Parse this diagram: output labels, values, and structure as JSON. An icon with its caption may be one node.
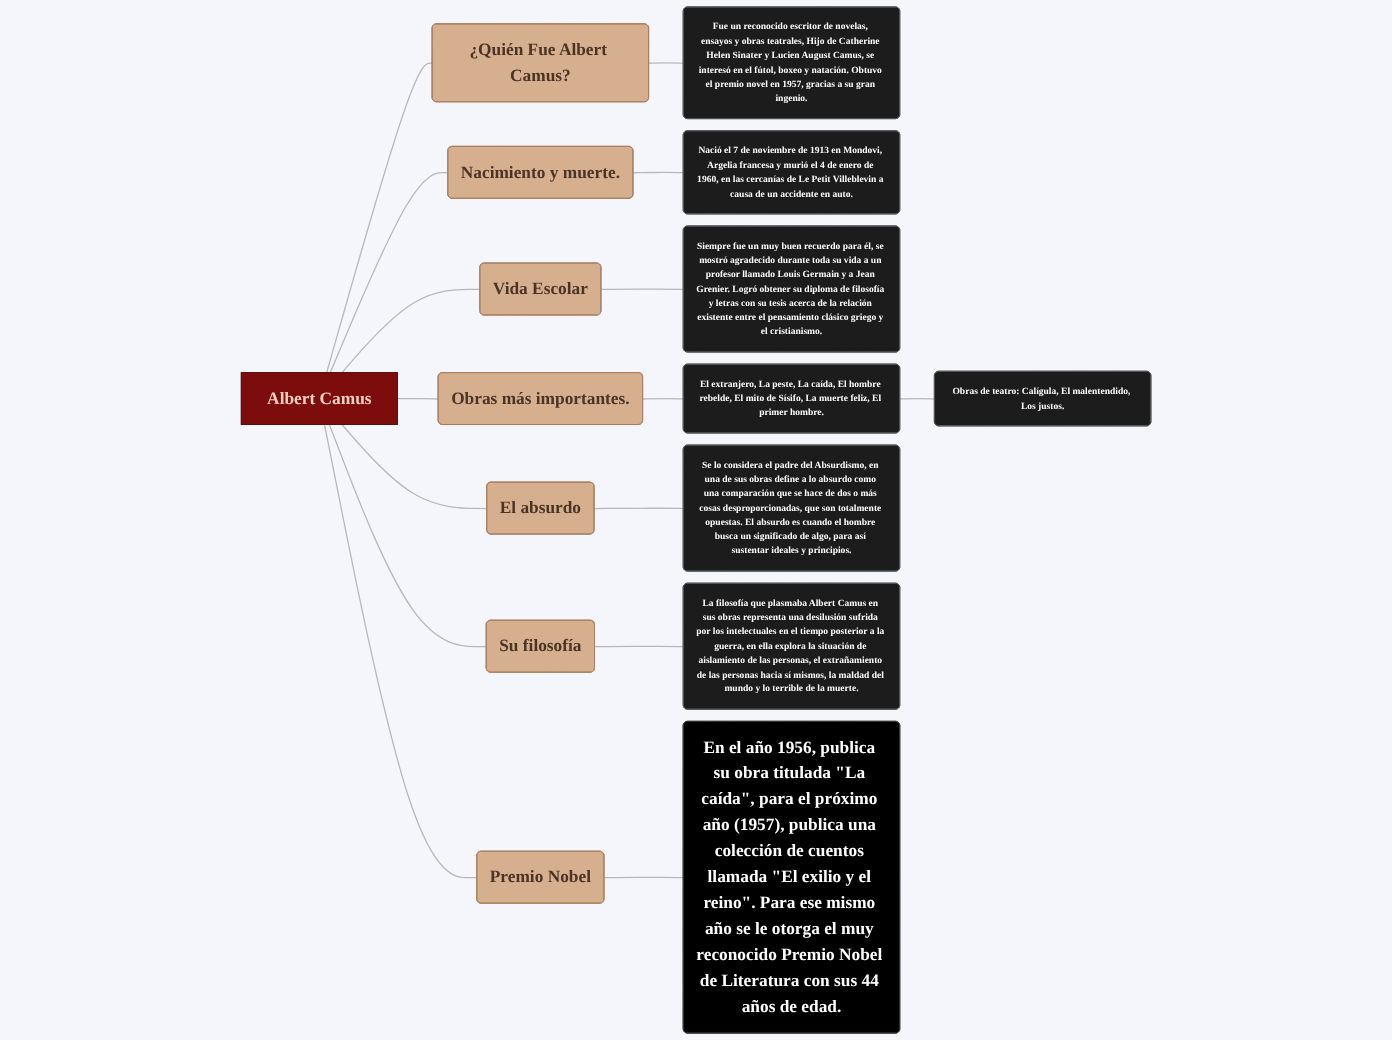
{
  "diagram": {
    "nodes": [
      {
        "text": [
          "Albert Camus"
        ]
      },
      {
        "text": [
          "¿Quién Fue Albert Camus?"
        ]
      },
      {
        "text": [
          "Fue un reconocido escritor de novelas, ensayos y obras teatrales, Hijo de Catherine Helen Sinater y Lucien August Camus, se interesó en el fútol, boxeo y natación. Obtuvo el premio novel en 1957, gracias a su gran ingenio."
        ]
      },
      {
        "text": [
          "Nacimiento y muerte."
        ]
      },
      {
        "text": [
          "Nació el 7 de noviembre de 1913 en Mondovi, Argelia francesa y murió el 4 de enero de 1960, en las cercanías de Le Petit Villeblevin a causa de un accidente en auto."
        ]
      },
      {
        "text": [
          "Vida Escolar"
        ]
      },
      {
        "text": [
          "Siempre fue un muy buen recuerdo para él, se mostró agradecido durante toda su vida a un profesor llamado Louis Germain y a Jean Grenier. Logró obtener su diploma de filosofía y letras con su tesis acerca de la relación existente entre el pensamiento clásico griego y el cristianismo."
        ]
      },
      {
        "text": [
          "Obras más importantes."
        ]
      },
      {
        "text": [
          "El extranjero, La peste, La caída, El hombre rebelde, El mito de Sísifo, La muerte feliz, El primer hombre."
        ]
      },
      {
        "text": [
          "Obras de teatro: Calígula, El malentendido, Los justos."
        ]
      },
      {
        "text": [
          "El absurdo"
        ]
      },
      {
        "text": [
          "Se lo considera el padre del Absurdismo, en una de sus obras define a lo absurdo como una comparación que se hace de dos o más cosas desproporcionadas, que son totalmente opuestas. El absurdo es cuando el hombre busca un significado de algo, para así sustentar ideales y principios."
        ]
      },
      {
        "text": [
          "Su filosofía"
        ]
      },
      {
        "text": [
          "La filosofía que plasmaba Albert Camus en sus obras representa una desilusión sufrida por los intelectuales en el tiempo posterior a la guerra, en ella explora la situación de aislamiento de las personas, el extrañamiento de las personas hacia sí mismos, la maldad del mundo y lo terrible de la muerte."
        ]
      },
      {
        "text": [
          "Premio Nobel"
        ]
      },
      {
        "text": [
          "En el año 1956, publica su obra titulada \"La caída\", para el próximo año (1957), publica una colección de cuentos llamada \"El exilio y el reino\". Para ese mismo año se le otorga el muy reconocido Premio Nobel de Literatura con sus 44 años de edad."
        ]
      }
    ],
    "edges": [
      {
        "from": 0,
        "to": 1,
        "arrow": "none"
      },
      {
        "from": 1,
        "to": 2,
        "arrow": "none"
      },
      {
        "from": 0,
        "to": 3,
        "arrow": "none"
      },
      {
        "from": 3,
        "to": 4,
        "arrow": "none"
      },
      {
        "from": 0,
        "to": 5,
        "arrow": "none"
      },
      {
        "from": 5,
        "to": 6,
        "arrow": "none"
      },
      {
        "from": 0,
        "to": 7,
        "arrow": "none"
      },
      {
        "from": 7,
        "to": 8,
        "arrow": "none"
      },
      {
        "from": 8,
        "to": 9,
        "arrow": "none"
      },
      {
        "from": 0,
        "to": 10,
        "arrow": "none"
      },
      {
        "from": 10,
        "to": 11,
        "arrow": "none"
      },
      {
        "from": 0,
        "to": 12,
        "arrow": "none"
      },
      {
        "from": 12,
        "to": 13,
        "arrow": "none"
      },
      {
        "from": 0,
        "to": 14,
        "arrow": "none"
      },
      {
        "from": 14,
        "to": 15,
        "arrow": "none"
      }
    ]
  }
}
